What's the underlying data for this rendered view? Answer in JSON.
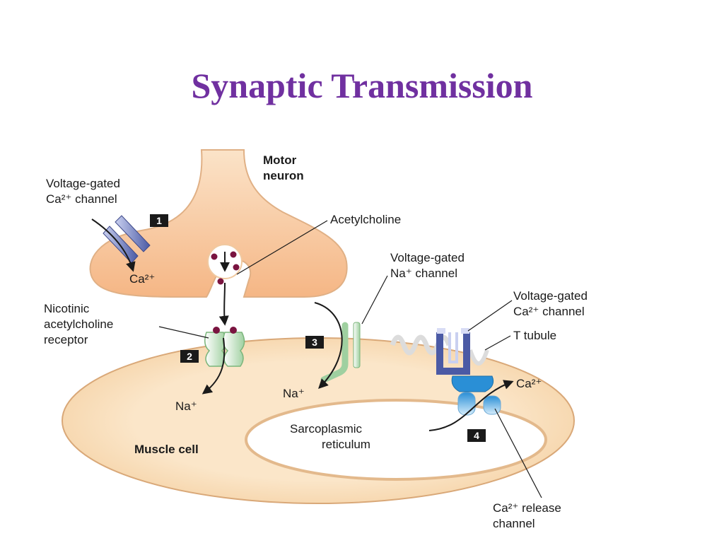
{
  "title": "Synaptic Transmission",
  "labels": {
    "motor_neuron": [
      "Motor",
      "neuron"
    ],
    "vg_ca_channel_top": [
      "Voltage-gated",
      "Ca²⁺ channel"
    ],
    "ca_top": "Ca²⁺",
    "acetylcholine": "Acetylcholine",
    "vg_na_channel": [
      "Voltage-gated",
      "Na⁺ channel"
    ],
    "nicotinic_receptor": [
      "Nicotinic",
      "acetylcholine",
      "receptor"
    ],
    "vg_ca_channel_right": [
      "Voltage-gated",
      "Ca²⁺ channel"
    ],
    "t_tubule": "T tubule",
    "ca_right": "Ca²⁺",
    "na_left": "Na⁺",
    "na_mid": "Na⁺",
    "sarcoplasmic_reticulum": [
      "Sarcoplasmic",
      "reticulum"
    ],
    "muscle_cell": "Muscle cell",
    "ca_release_channel": [
      "Ca²⁺ release",
      "channel"
    ]
  },
  "steps": [
    "1",
    "2",
    "3",
    "4"
  ],
  "colors": {
    "title": "#7030a0",
    "cell_fill": "#f8d9b0",
    "neuron_fill": "#f5b98a",
    "vesicle_dot": "#7a1440",
    "channel_blue": "#4f5ea8",
    "receptor_green": "#a8d5a8",
    "release_channel": "#3a9ad9"
  }
}
